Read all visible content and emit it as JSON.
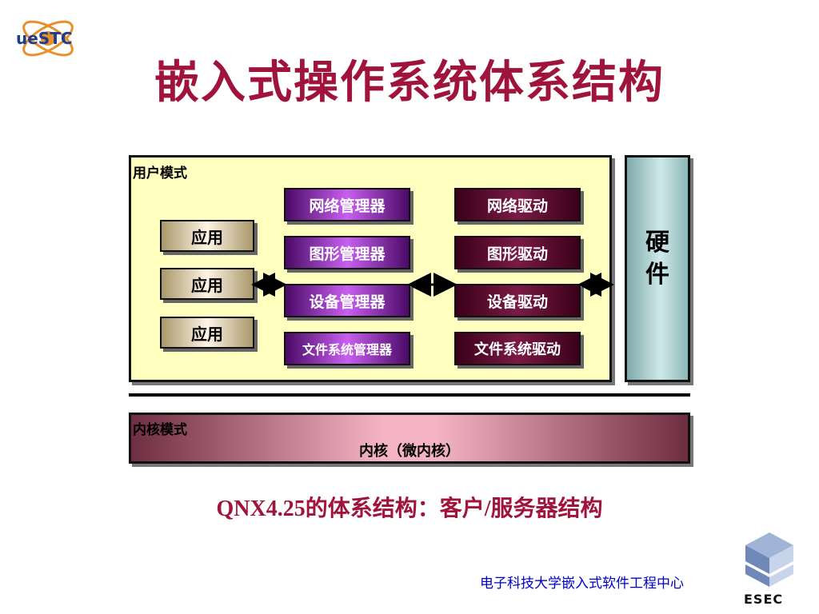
{
  "title": "嵌入式操作系统体系结构",
  "logo": {
    "text": "ueSTC"
  },
  "diagram": {
    "user_mode_label": "用户模式",
    "apps": [
      "应用",
      "应用",
      "应用"
    ],
    "managers": [
      "网络管理器",
      "图形管理器",
      "设备管理器",
      "文件系统管理器"
    ],
    "drivers": [
      "网络驱动",
      "图形驱动",
      "设备驱动",
      "文件系统驱动"
    ],
    "hardware": {
      "line1": "硬",
      "line2": "件"
    },
    "kernel_mode_label": "内核模式",
    "kernel_label": "内核（微内核）"
  },
  "caption": "QNX4.25的体系结构：客户/服务器结构",
  "footer": "电子科技大学嵌入式软件工程中心",
  "esec_logo": {
    "text": "ESEC"
  },
  "colors": {
    "title": "#a0143c",
    "footer": "#0000cc",
    "user_panel": "#ffffc0"
  }
}
